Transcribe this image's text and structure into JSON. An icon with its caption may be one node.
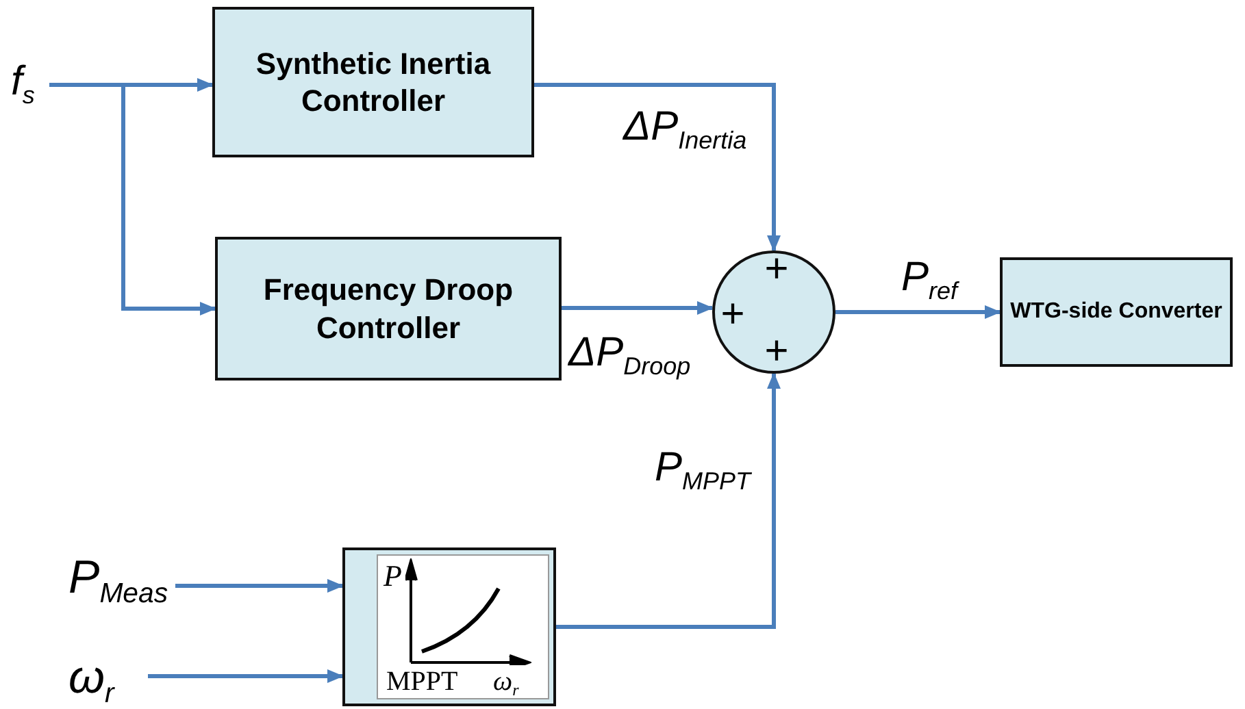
{
  "diagram": {
    "nodes": [
      {
        "text": [
          "f$_{s}$"
        ]
      },
      {
        "text": [
          "Synthetic Inertia Controller"
        ]
      },
      {
        "text": [
          "Frequency Droop Controller"
        ]
      },
      {
        "text": [
          "+",
          "+",
          "+"
        ]
      },
      {
        "text": [
          "WTG-side Converter"
        ]
      },
      {
        "text": [
          "P",
          "MPPT",
          "ω$_{r}$"
        ]
      },
      {
        "text": [
          "P$_{Meas}$"
        ]
      },
      {
        "text": [
          "ω$_{r}$"
        ]
      }
    ],
    "edges": [
      {
        "from": 0,
        "to": 1,
        "arrow": "to"
      },
      {
        "from": 0,
        "to": 2,
        "arrow": "to"
      },
      {
        "from": 1,
        "to": 3,
        "arrow": "to",
        "label": "ΔP$_{Inertia}$"
      },
      {
        "from": 2,
        "to": 3,
        "arrow": "to",
        "label": "ΔP$_{Droop}$"
      },
      {
        "from": 5,
        "to": 3,
        "arrow": "to",
        "label": "P$_{MPPT}$"
      },
      {
        "from": 3,
        "to": 4,
        "arrow": "to",
        "label": "P$_{ref}$"
      },
      {
        "from": 6,
        "to": 5,
        "arrow": "to"
      },
      {
        "from": 7,
        "to": 5,
        "arrow": "to"
      }
    ]
  }
}
